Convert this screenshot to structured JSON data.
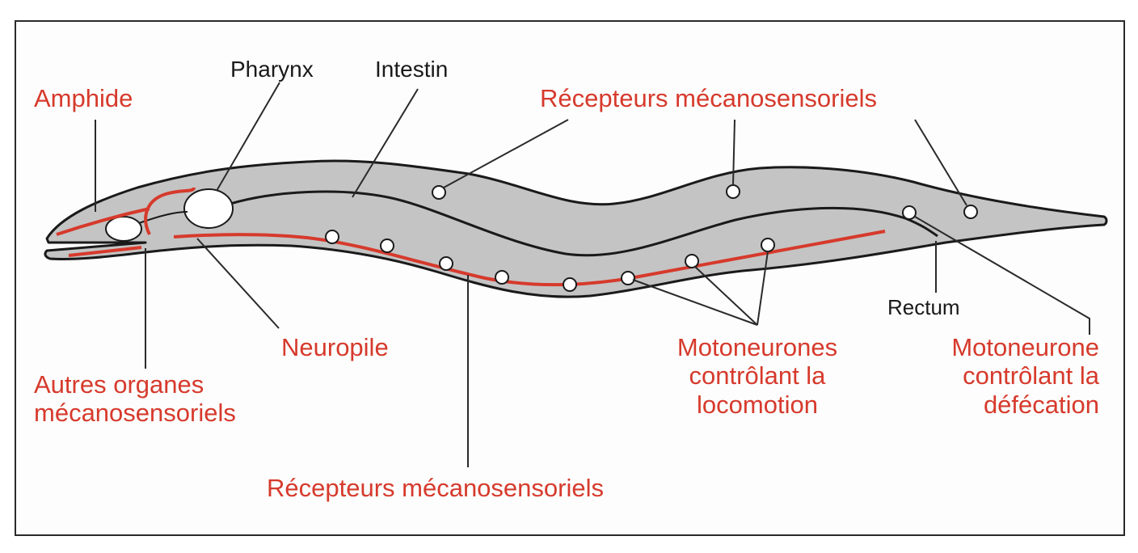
{
  "colors": {
    "neural": "#d63a2c",
    "anatomy": "#1a1a1a",
    "body_fill": "#c4c4c4",
    "leader": "#2a2a2a"
  },
  "labels": {
    "amphide": "Amphide",
    "pharynx": "Pharynx",
    "intestin": "Intestin",
    "recepteurs_top": "Récepteurs mécanosensoriels",
    "neuropile": "Neuropile",
    "autres_organes": [
      "Autres organes",
      "mécanosensoriels"
    ],
    "recepteurs_bottom": "Récepteurs mécanosensoriels",
    "motoneurones_locomotion": [
      "Motoneurones",
      "contrôlant la",
      "locomotion"
    ],
    "rectum": "Rectum",
    "motoneurone_defecation": [
      "Motoneurone",
      "contrôlant la",
      "défécation"
    ]
  }
}
